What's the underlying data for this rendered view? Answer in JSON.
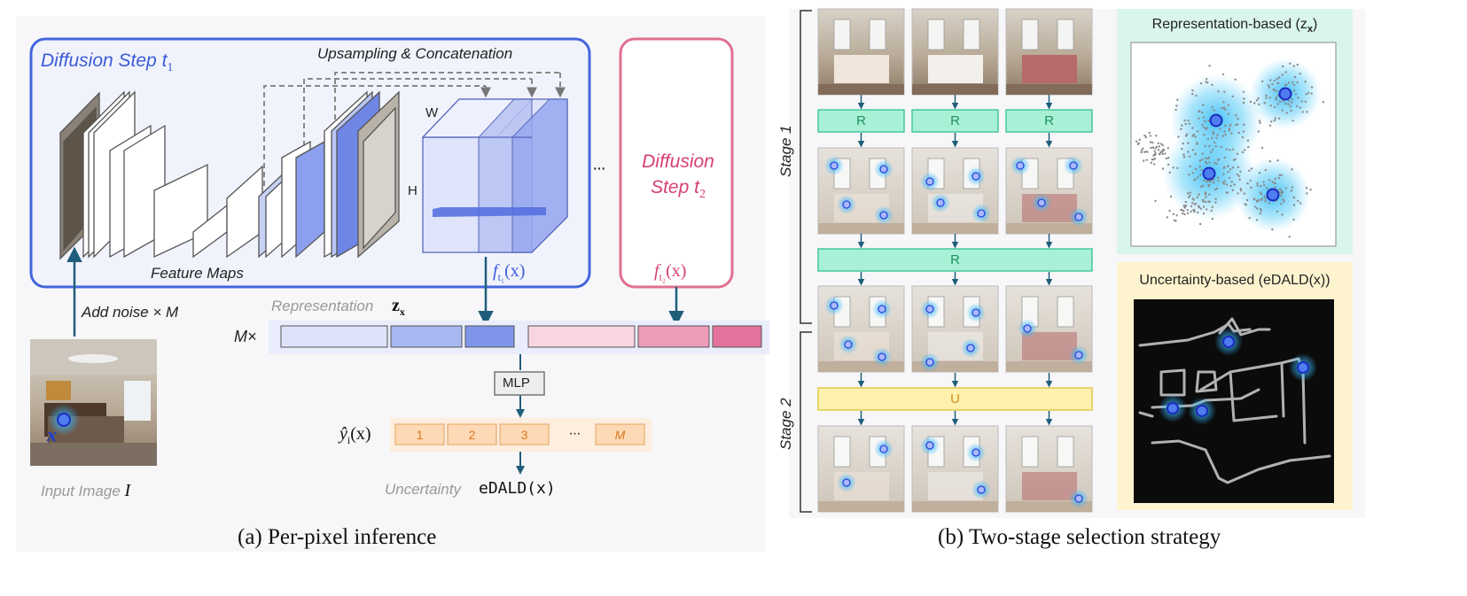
{
  "panel_a": {
    "caption": "(a) Per-pixel inference",
    "diffusion_step_1": "Diffusion Step t",
    "diffusion_step_1_sub": "1",
    "upsampling": "Upsampling & Concatenation",
    "feature_maps": "Feature Maps",
    "w_label": "W",
    "h_label": "H",
    "ellipsis": "···",
    "diffusion_step_2_line1": "Diffusion",
    "diffusion_step_2_line2": "Step t",
    "diffusion_step_2_sub": "2",
    "f_t1_name": "f",
    "f_t1_sub": "t₁",
    "f_t1_arg": "(x)",
    "f_t2_name": "f",
    "f_t2_sub": "t₂",
    "f_t2_arg": "(x)",
    "add_noise": "Add noise × M",
    "representation": "Representation",
    "z_x": "z",
    "z_x_sub": "x",
    "m_times": "M×",
    "mlp": "MLP",
    "y_hat": "ŷ",
    "y_hat_sub": "i",
    "y_hat_arg": "(x)",
    "outputs": [
      "1",
      "2",
      "3",
      "···",
      "M"
    ],
    "uncertainty": "Uncertainty",
    "edald": "eDALD(x)",
    "pixel_x": "x",
    "input_image": "Input Image",
    "input_image_var": "I"
  },
  "panel_b": {
    "caption": "(b) Two-stage selection strategy",
    "stage1": "Stage 1",
    "stage2": "Stage 2",
    "r_label": "R",
    "u_label": "U",
    "repr_title": "Representation-based (z",
    "repr_title_sub": "x",
    "repr_title_end": ")",
    "unc_title": "Uncertainty-based (eDALD(x))"
  },
  "colors": {
    "blue_accent": "#4466dd",
    "pink_accent": "#e0507f",
    "teal_box": "#a8f0d6",
    "yellow_box": "#fdf1ad",
    "arrow": "#1f5e7a",
    "orange_out": "#fdd9b5"
  }
}
